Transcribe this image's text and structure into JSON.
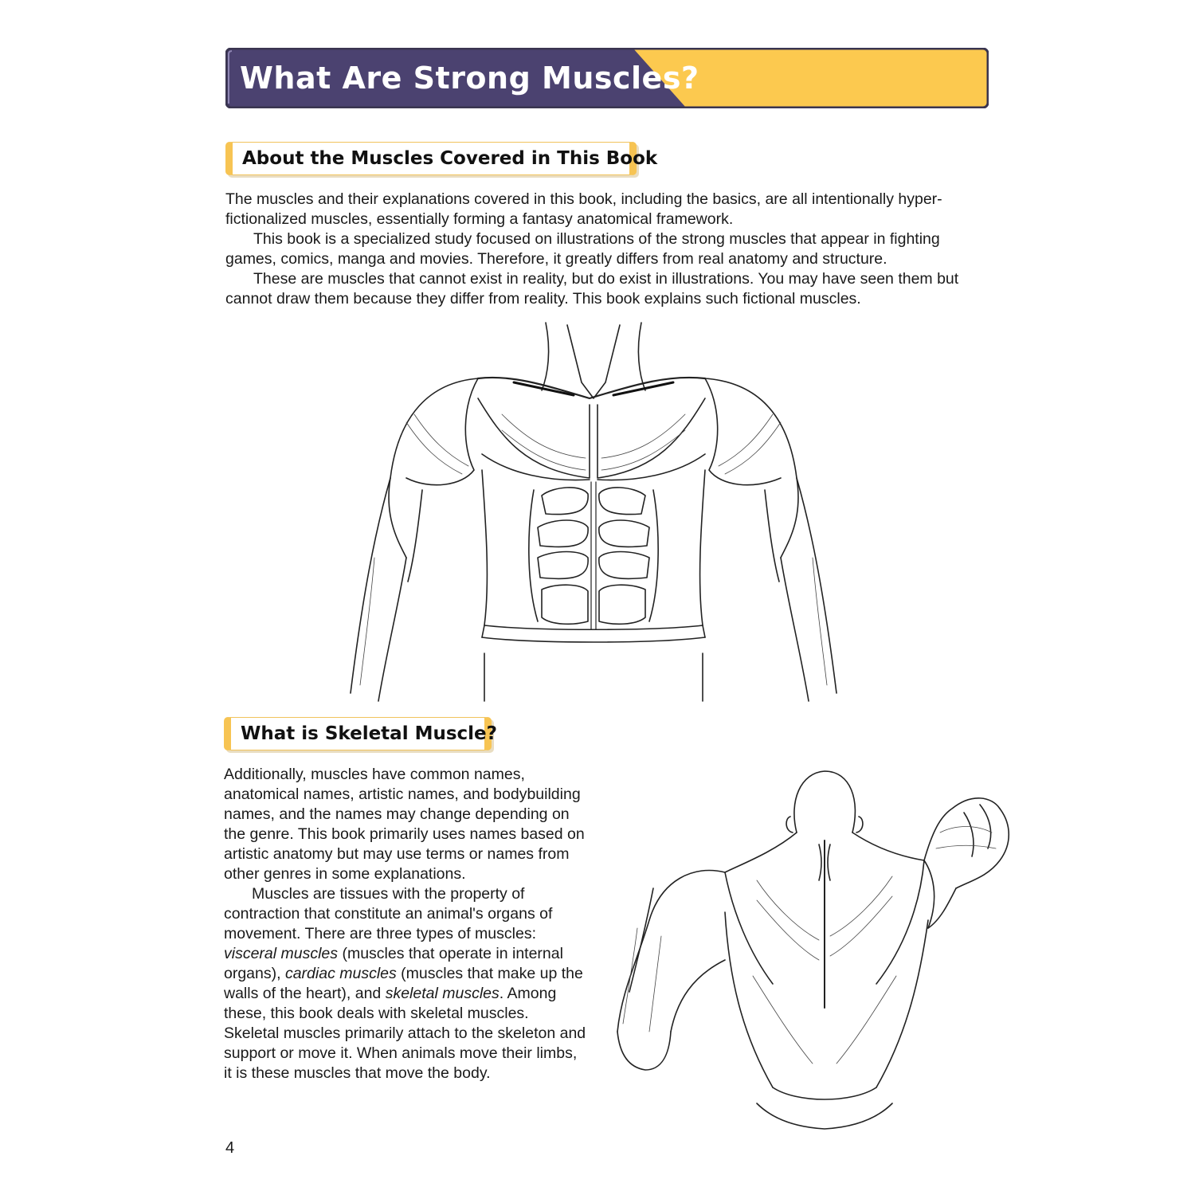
{
  "title": "What Are Strong Muscles?",
  "colors": {
    "banner_purple": "#4b4270",
    "banner_yellow": "#fcc94f",
    "heading_accent": "#f7c453"
  },
  "section1": {
    "heading": "About the Muscles Covered in This Book",
    "paragraphs": [
      "The muscles and their explanations covered in this book, including the basics, are all intentionally hyper-fictionalized muscles, essentially forming a fantasy anatomical framework.",
      "This book is a specialized study focused on illustrations of the strong muscles that appear in fighting games, comics, manga and movies. Therefore, it greatly differs from real anatomy and structure.",
      "These are muscles that cannot exist in reality, but do exist in illustrations. You may have seen them but cannot draw them because they differ from reality. This book explains such fictional muscles."
    ]
  },
  "section2": {
    "heading": "What is Skeletal Muscle?",
    "paragraph1": "Additionally, muscles have common names, anatomical names, artistic names, and bodybuilding names, and the names may change depending on the genre. This book primarily uses names based on artistic anatomy but may use terms or names from other genres in some explanations.",
    "paragraph2": {
      "intro": "Muscles are tissues with the property of contraction that constitute an animal's organs of movement. There are three types of muscles: ",
      "term1": "visceral muscles",
      "def1": " (muscles that operate in internal organs), ",
      "term2": "cardiac muscles",
      "def2": " (muscles that make up the walls of the heart), and ",
      "term3": "skeletal muscles",
      "rest": ". Among these, this book deals with skeletal muscles. Skeletal muscles primarily attach to the skeleton and support or move it. When animals move their limbs, it is these muscles that move the body."
    }
  },
  "figures": {
    "front": "front-torso-muscle-illustration",
    "back": "back-torso-muscle-illustration"
  },
  "page_number": "4"
}
